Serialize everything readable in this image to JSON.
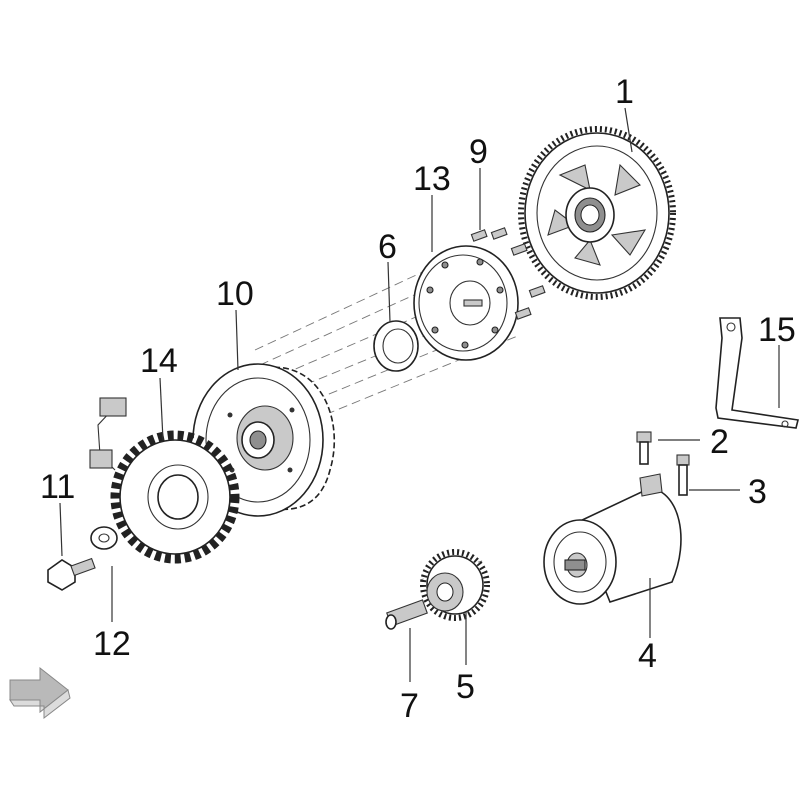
{
  "diagram": {
    "parts": [
      {
        "number": "1",
        "name": "starter-gear"
      },
      {
        "number": "2",
        "name": "screw"
      },
      {
        "number": "3",
        "name": "bolt"
      },
      {
        "number": "4",
        "name": "starter-motor"
      },
      {
        "number": "5",
        "name": "idler-gear"
      },
      {
        "number": "6",
        "name": "washer"
      },
      {
        "number": "7",
        "name": "pin"
      },
      {
        "number": "9",
        "name": "screw-set"
      },
      {
        "number": "10",
        "name": "flywheel-rotor"
      },
      {
        "number": "11",
        "name": "bolt"
      },
      {
        "number": "12",
        "name": "washer"
      },
      {
        "number": "13",
        "name": "one-way-clutch"
      },
      {
        "number": "14",
        "name": "stator"
      },
      {
        "number": "15",
        "name": "bracket"
      }
    ],
    "arrow_icon": "direction-arrow-icon",
    "colors": {
      "line": "#222222",
      "shade": "#c9c9c9",
      "arrow": "#b9b9b9"
    }
  }
}
